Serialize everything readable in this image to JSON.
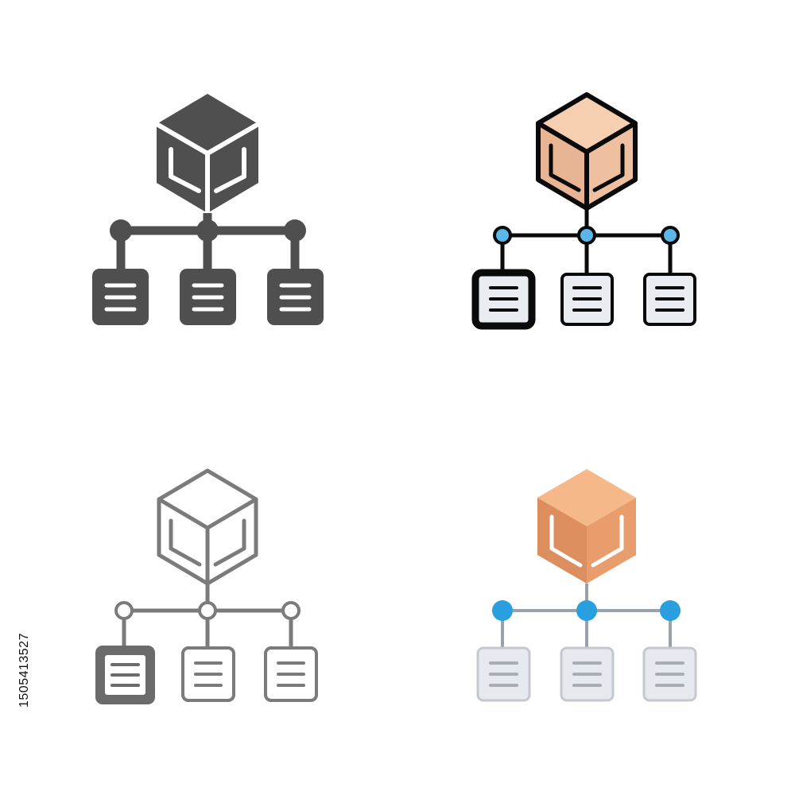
{
  "stock_id": "1505413527",
  "icons": [
    {
      "id": "glyph",
      "name": "glyph-style",
      "style": "solid"
    },
    {
      "id": "filled-outline",
      "name": "filled-outline-style",
      "style": "filled-outline"
    },
    {
      "id": "outline",
      "name": "outline-style",
      "style": "outline"
    },
    {
      "id": "flat",
      "name": "flat-style",
      "style": "flat"
    }
  ],
  "colors": {
    "background": "#ffffff",
    "glyph_dark": "#4f4f4f",
    "outline_gray": "#7b7b7b",
    "outline_dark_doc": "#6b6b6b",
    "black_stroke": "#0a0a0a",
    "peach_light": "#f6cfb1",
    "peach_side": "#e8b594",
    "peach_top": "#f2c3a0",
    "flat_orange_top": "#f6b889",
    "flat_orange_left": "#dd8e5f",
    "flat_orange_right": "#ea9d6c",
    "node_blue": "#5cb7e8",
    "flat_blue": "#2a9fe0",
    "doc_light": "#e9ecf1",
    "doc_flat": "#e6e9ee",
    "doc_flat_stroke": "#c4c8ce",
    "flat_line": "#9aa1a8"
  }
}
